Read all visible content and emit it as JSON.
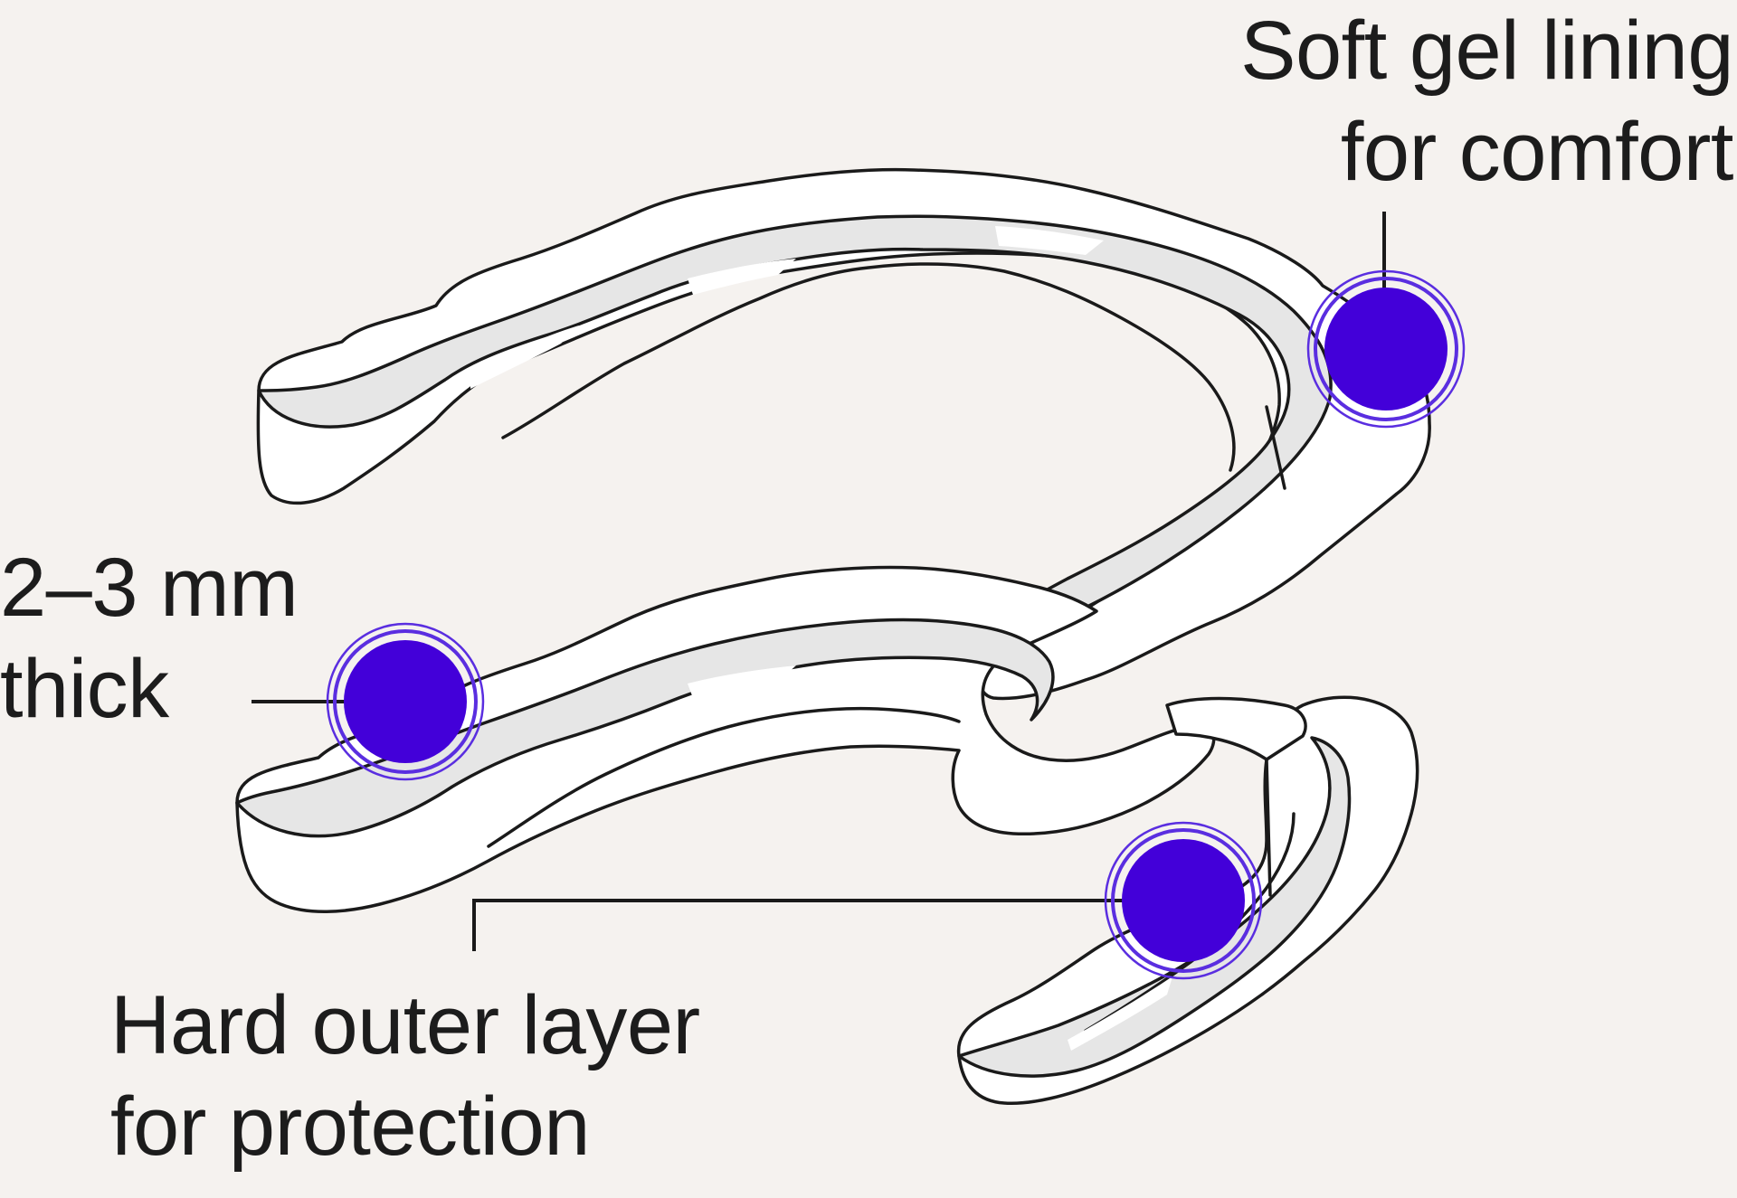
{
  "labels": {
    "top": {
      "line1": "Soft gel lining",
      "line2": "for comfort"
    },
    "left": {
      "line1": "2–3 mm",
      "line2": "thick"
    },
    "bottom": {
      "line1": "Hard outer layer",
      "line2": "for protection"
    }
  },
  "colors": {
    "background": "#f5f2ef",
    "marker": "#4300d9",
    "marker_ring": "#5a2ee0",
    "tray_fill": "#ffffff",
    "tray_shade": "#e6e6e6",
    "outline": "#1a1a1a",
    "text": "#1c1c1c"
  },
  "markers": [
    {
      "name": "soft-gel-lining-marker",
      "icon": "filled-circle-with-double-ring"
    },
    {
      "name": "thickness-marker",
      "icon": "filled-circle-with-double-ring"
    },
    {
      "name": "hard-outer-layer-marker",
      "icon": "filled-circle-with-double-ring"
    }
  ]
}
